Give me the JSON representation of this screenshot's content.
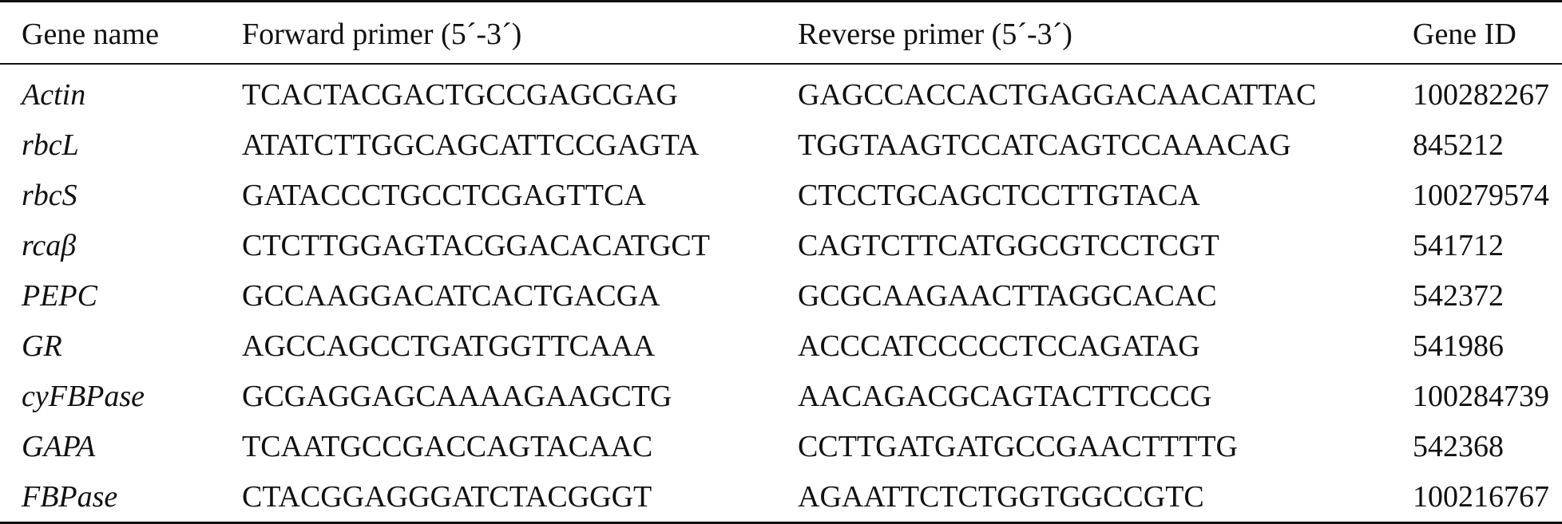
{
  "table": {
    "headers": [
      "Gene name",
      "Forward primer (5´-3´)",
      "Reverse primer (5´-3´)",
      "Gene ID"
    ],
    "rows": [
      {
        "gene": "Actin",
        "forward": "TCACTACGACTGCCGAGCGAG",
        "reverse": "GAGCCACCACTGAGGACAACATTAC",
        "id": "100282267"
      },
      {
        "gene": "rbcL",
        "forward": "ATATCTTGGCAGCATTCCGAGTA",
        "reverse": "TGGTAAGTCCATCAGTCCAAACAG",
        "id": "845212"
      },
      {
        "gene": "rbcS",
        "forward": "GATACCCTGCCTCGAGTTCA",
        "reverse": "CTCCTGCAGCTCCTTGTACA",
        "id": "100279574"
      },
      {
        "gene": "rcaβ",
        "forward": "CTCTTGGAGTACGGACACATGCT",
        "reverse": "CAGTCTTCATGGCGTCCTCGT",
        "id": "541712"
      },
      {
        "gene": "PEPC",
        "forward": "GCCAAGGACATCACTGACGA",
        "reverse": "GCGCAAGAACTTAGGCACAC",
        "id": "542372"
      },
      {
        "gene": "GR",
        "forward": "AGCCAGCCTGATGGTTCAAA",
        "reverse": "ACCCATCCCCCTCCAGATAG",
        "id": "541986"
      },
      {
        "gene": "cyFBPase",
        "forward": "GCGAGGAGCAAAAGAAGCTG",
        "reverse": "AACAGACGCAGTACTTCCCG",
        "id": "100284739"
      },
      {
        "gene": "GAPA",
        "forward": "TCAATGCCGACCAGTACAAC",
        "reverse": "CCTTGATGATGCCGAACTTTTG",
        "id": "542368"
      },
      {
        "gene": "FBPase",
        "forward": "CTACGGAGGGATCTACGGGT",
        "reverse": "AGAATTCTCTGGTGGCCGTC",
        "id": "100216767"
      }
    ]
  }
}
